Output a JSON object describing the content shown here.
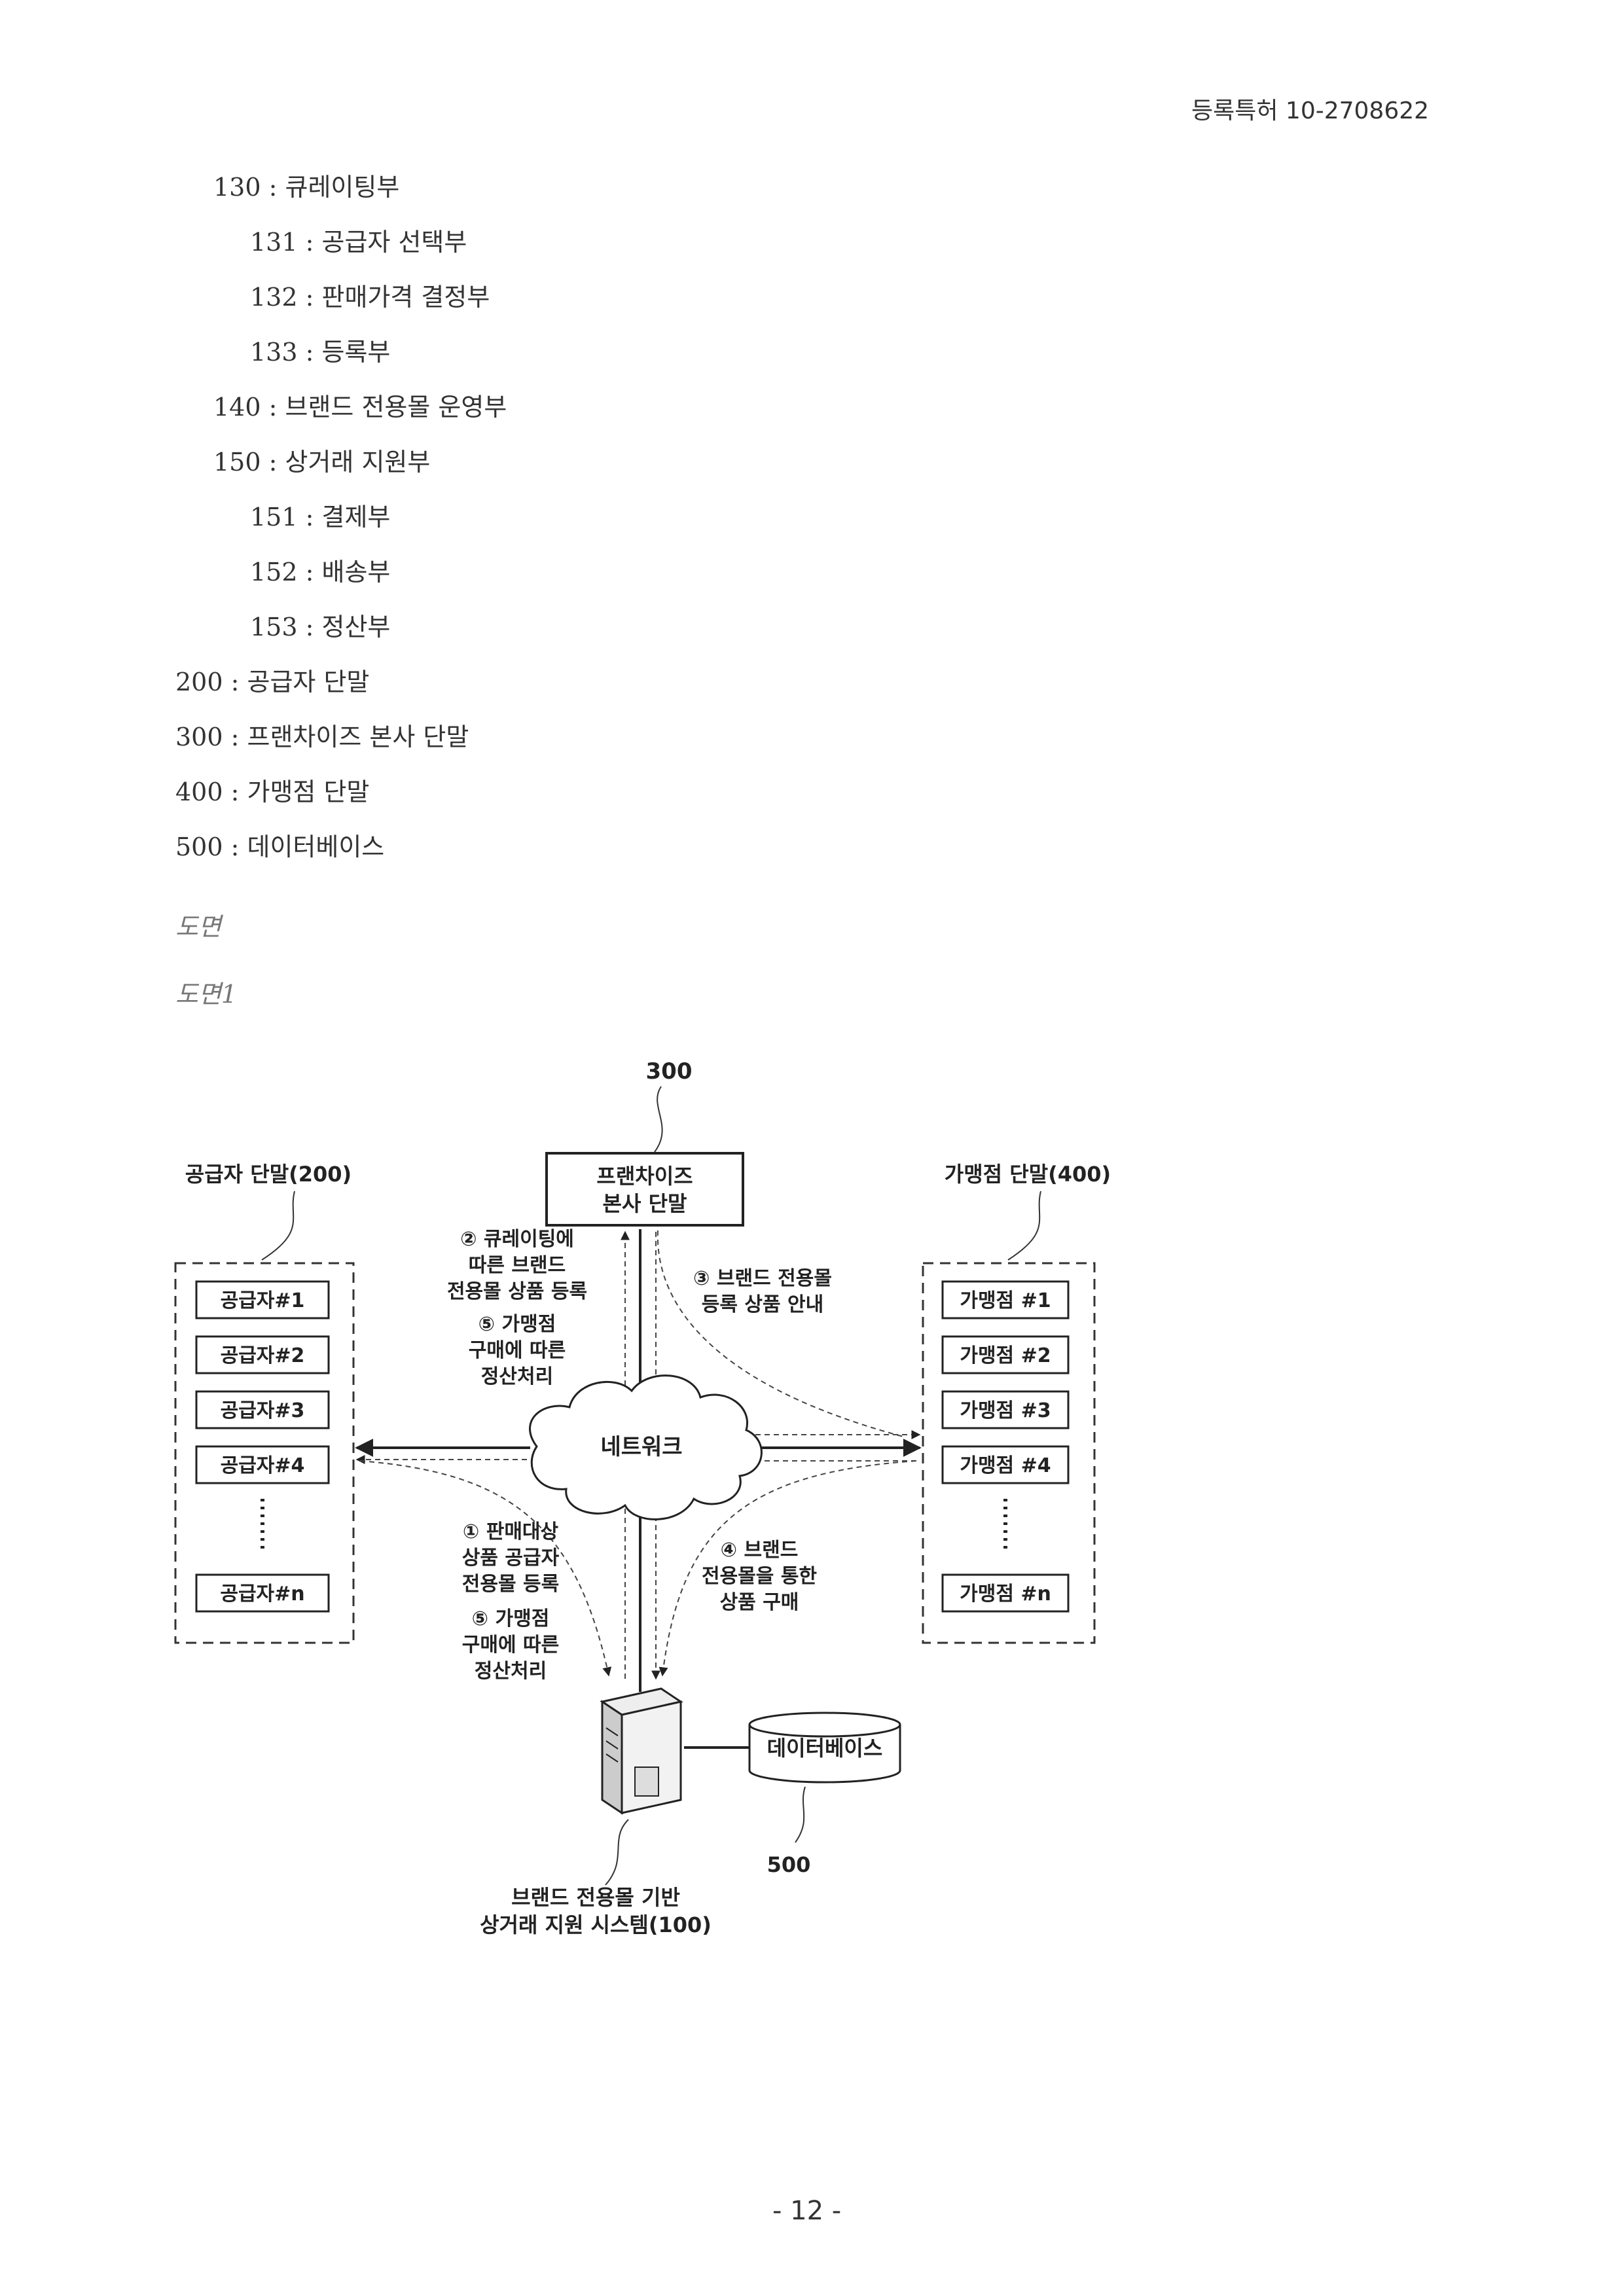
{
  "header": {
    "patent_no": "등록특허 10-2708622"
  },
  "legend": [
    "130 : 큐레이팅부",
    "131 : 공급자 선택부",
    "132 : 판매가격 결정부",
    "133 : 등록부",
    "140 : 브랜드 전용몰 운영부",
    "150 : 상거래 지원부",
    "151 : 결제부",
    "152 : 배송부",
    "153 : 정산부",
    "200 : 공급자 단말",
    "300 : 프랜차이즈 본사 단말",
    "400 : 가맹점 단말",
    "500 : 데이터베이스"
  ],
  "sections": {
    "drawings": "도면",
    "figure": "도면1"
  },
  "figure": {
    "hq_ref": "300",
    "hq_box": [
      "프랜차이즈",
      "본사 단말"
    ],
    "supplier_title": "공급자 단말(200)",
    "suppliers": [
      "공급자#1",
      "공급자#2",
      "공급자#3",
      "공급자#4",
      "공급자#n"
    ],
    "franchise_title": "가맹점 단말(400)",
    "franchises": [
      "가맹점 #1",
      "가맹점 #2",
      "가맹점 #3",
      "가맹점 #4",
      "가맹점 #n"
    ],
    "network": "네트워크",
    "step2_5_top": [
      "② 큐레이팅에",
      "따른 브랜드",
      "전용몰 상품 등록",
      "⑤ 가맹점",
      "구매에 따른",
      "정산처리"
    ],
    "step3": [
      "③ 브랜드 전용몰",
      "등록 상품 안내"
    ],
    "step1_5_bottom": [
      "① 판매대상",
      "상품 공급자",
      "전용몰 등록",
      "⑤ 가맹점",
      "구매에 따른",
      "정산처리"
    ],
    "step4": [
      "④ 브랜드",
      "전용몰을 통한",
      "상품 구매"
    ],
    "database": "데이터베이스",
    "db_ref": "500",
    "system_label": [
      "브랜드 전용몰 기반",
      "상거래 지원 시스템(100)"
    ]
  },
  "page_number": "- 12 -"
}
